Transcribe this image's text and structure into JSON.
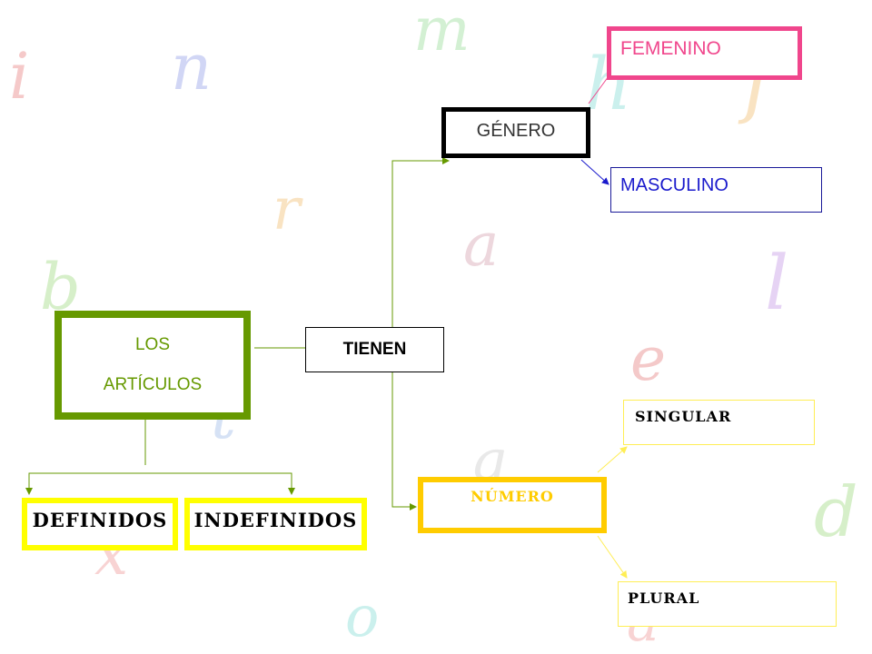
{
  "nodes": {
    "articulos": {
      "line1": "LOS",
      "line2": "ARTÍCULOS"
    },
    "tienen": "TIENEN",
    "genero": "GÉNERO",
    "femenino": "FEMENINO",
    "masculino": "MASCULINO",
    "numero": "NÚMERO",
    "singular": "SINGULAR",
    "plural": "PLURAL",
    "definidos": "DEFINIDOS",
    "indefinidos": "INDEFINIDOS"
  },
  "background_letters": [
    {
      "char": "i",
      "color": "#e98a8a"
    },
    {
      "char": "n",
      "color": "#9aa6ea"
    },
    {
      "char": "m",
      "color": "#9ee09e"
    },
    {
      "char": "h",
      "color": "#8ee0d8"
    },
    {
      "char": "f",
      "color": "#f2c27a"
    },
    {
      "char": "r",
      "color": "#f2c27a"
    },
    {
      "char": "a",
      "color": "#d9a8b4"
    },
    {
      "char": "b",
      "color": "#a6dc8a"
    },
    {
      "char": "l",
      "color": "#c8a0e8"
    },
    {
      "char": "t",
      "color": "#a6c0ea"
    },
    {
      "char": "e",
      "color": "#e88a8a"
    },
    {
      "char": "g",
      "color": "#cfcfcf"
    },
    {
      "char": "d",
      "color": "#a6dc8a"
    },
    {
      "char": "x",
      "color": "#f0a0a0"
    },
    {
      "char": "o",
      "color": "#8ee0d8"
    },
    {
      "char": "a",
      "color": "#f0a0a0"
    }
  ],
  "colors": {
    "articulos": "#669900",
    "femenino": "#f0468c",
    "masculino": "#1a1acc",
    "numero": "#ffcc00",
    "definidos": "#ffff00",
    "connector_green": "#669900",
    "connector_blue": "#1a1acc",
    "connector_yellow": "#ffee55",
    "connector_pink": "#f0468c"
  }
}
